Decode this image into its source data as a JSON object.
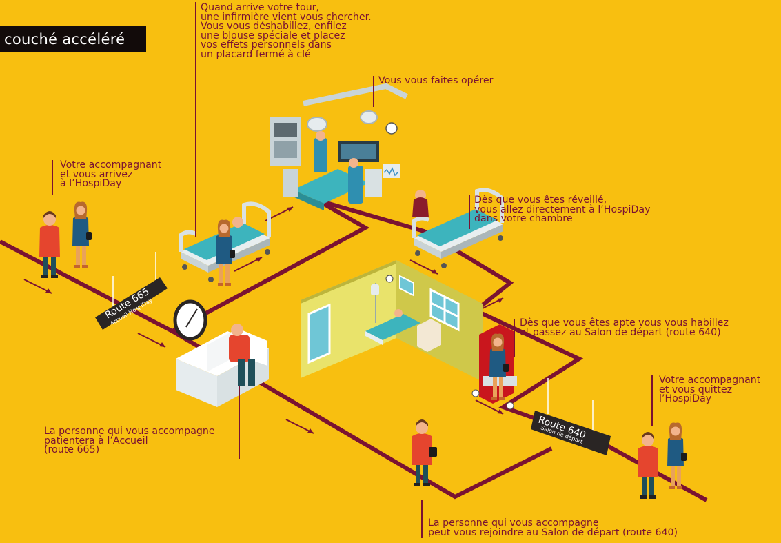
{
  "title_tag": "couché accéléré",
  "notes": {
    "arrive": "Votre accompagnant\net vous arrivez\nà l’HospiDay",
    "nurse": "Quand arrive votre tour,\nune infirmière vient vous chercher.\nVous vous déshabillez, enfilez\nune blouse spéciale et placez\nvos effets personnels dans\nun placard fermé à clé",
    "surgery": "Vous vous faites opérer",
    "wakeup": "Dès que vous êtes réveillé,\nvous allez directement à l’HospiDay\ndans votre chambre",
    "dressed": "Dès que vous êtes apte vous vous habillez\net passez au Salon de départ (route 640)",
    "leave": "Votre accompagnant\net vous quittez\nl’HospiDay",
    "companion_wait": "La personne qui vous accompagne\npatientera à l’Accueil\n(route 665)",
    "companion_join": "La personne qui vous accompagne\npeut vous rejoindre au Salon de départ (route 640)"
  },
  "signs": {
    "route665_title": "Route 665",
    "route665_sub": "Accueil HospiDay",
    "route640_title": "Route 640",
    "route640_sub": "Salon de départ"
  },
  "colors": {
    "background": "#f8bf10",
    "path": "#7a1232",
    "text": "#7a1232",
    "sign": "#2a2524"
  },
  "icons": [
    "walking-couple-icon",
    "hospital-bed-icon",
    "operating-room-icon",
    "clock-icon",
    "sofa-icon",
    "armchair-icon",
    "patient-room-icon",
    "route-sign-icon"
  ]
}
